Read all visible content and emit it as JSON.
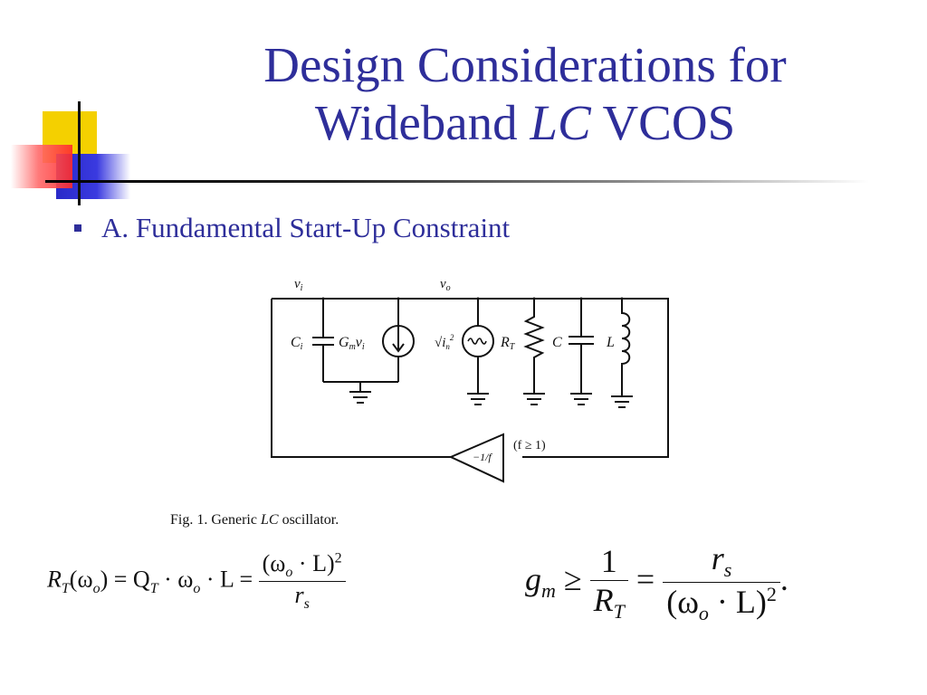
{
  "slide": {
    "title_line1": "Design Considerations for",
    "title_line2_pre": "Wideband ",
    "title_line2_italic": "LC",
    "title_line2_post": " VCOS",
    "bullet": "A. Fundamental Start-Up Constraint"
  },
  "figure": {
    "label_vi": "v",
    "label_vi_sub": "i",
    "label_vo": "v",
    "label_vo_sub": "o",
    "label_ci": "C",
    "label_ci_sub": "i",
    "label_gm": "G",
    "label_gm_sub": "m",
    "label_gm_v": "v",
    "label_gm_v_sub": "i",
    "label_noise": "i",
    "label_noise_sub": "n",
    "label_noise_sup": "2",
    "label_rt": "R",
    "label_rt_sub": "T",
    "label_c": "C",
    "label_l": "L",
    "label_amp": "−1/f",
    "label_f": "(f ≥ 1)",
    "caption_prefix": "Fig. 1.    Generic ",
    "caption_italic": "LC",
    "caption_suffix": " oscillator."
  },
  "equations": {
    "eq1_lhs": "R",
    "eq1_lhs_sub": "T",
    "eq1_arg": "(ω",
    "eq1_arg_sub": "o",
    "eq1_mid": ") = Q",
    "eq1_mid_sub": "T",
    "eq1_rest": " · ω",
    "eq1_rest_sub": "o",
    "eq1_rest2": " · L = ",
    "eq1_num": "(ω",
    "eq1_num_sub": "o",
    "eq1_num_tail": " · L)",
    "eq1_num_sup": "2",
    "eq1_den": "r",
    "eq1_den_sub": "s",
    "eq2_lhs": "g",
    "eq2_lhs_sub": "m",
    "eq2_ge": " ≥ ",
    "eq2_num1": "1",
    "eq2_den1": "R",
    "eq2_den1_sub": "T",
    "eq2_eq": " = ",
    "eq2_num2": "r",
    "eq2_num2_sub": "s",
    "eq2_den2": "(ω",
    "eq2_den2_sub": "o",
    "eq2_den2_tail": " · L)",
    "eq2_den2_sup": "2",
    "eq2_period": "."
  },
  "colors": {
    "title": "#2e2e9a",
    "accent_yellow": "#f4d000",
    "accent_blue": "#2929c8",
    "accent_red": "#ff2a2a"
  }
}
